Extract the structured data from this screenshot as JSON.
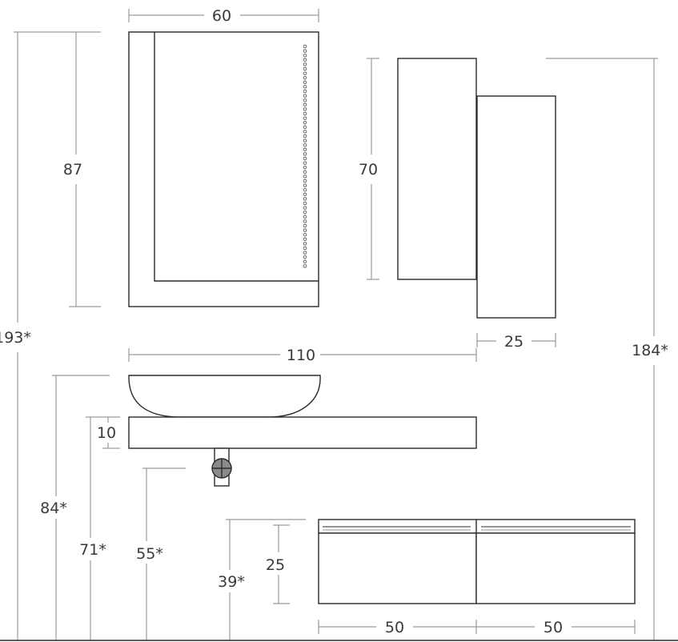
{
  "dimensions": {
    "mirror_width": "60",
    "mirror_height": "87",
    "overall_height_left": "193*",
    "column_height": "70",
    "column_depth": "25",
    "overall_height_right": "184*",
    "top_width": "110",
    "top_thickness": "10",
    "height_basin_rim": "84*",
    "height_top_surface": "71*",
    "height_drain": "55*",
    "height_drawer_top": "39*",
    "drawer_height": "25",
    "drawer_left_width": "50",
    "drawer_right_width": "50"
  },
  "colors": {
    "outline": "#2b2b2b",
    "dimension_line": "#9a9a9a",
    "text": "#3a3a3a",
    "drain_fill": "#8a8a8a"
  }
}
